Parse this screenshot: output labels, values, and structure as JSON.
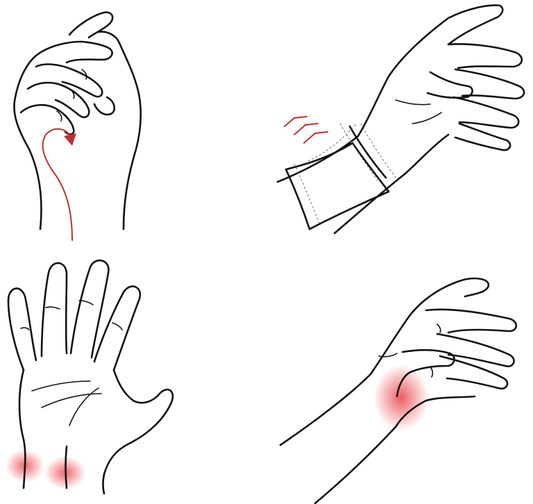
{
  "colors": {
    "ink": "#111111",
    "accent_red": "#c0302a",
    "pain_glow": "#e8343c",
    "sleeve_dash": "#777777",
    "background": "#ffffff"
  },
  "panels": [
    {
      "name": "fist-with-nerve-path",
      "icon": "fist-hand-icon"
    },
    {
      "name": "wrist-with-splint",
      "icon": "splint-hand-icon"
    },
    {
      "name": "open-palm-wrist-pain",
      "icon": "open-palm-icon"
    },
    {
      "name": "side-hand-thumb-pain",
      "icon": "side-hand-icon"
    }
  ]
}
